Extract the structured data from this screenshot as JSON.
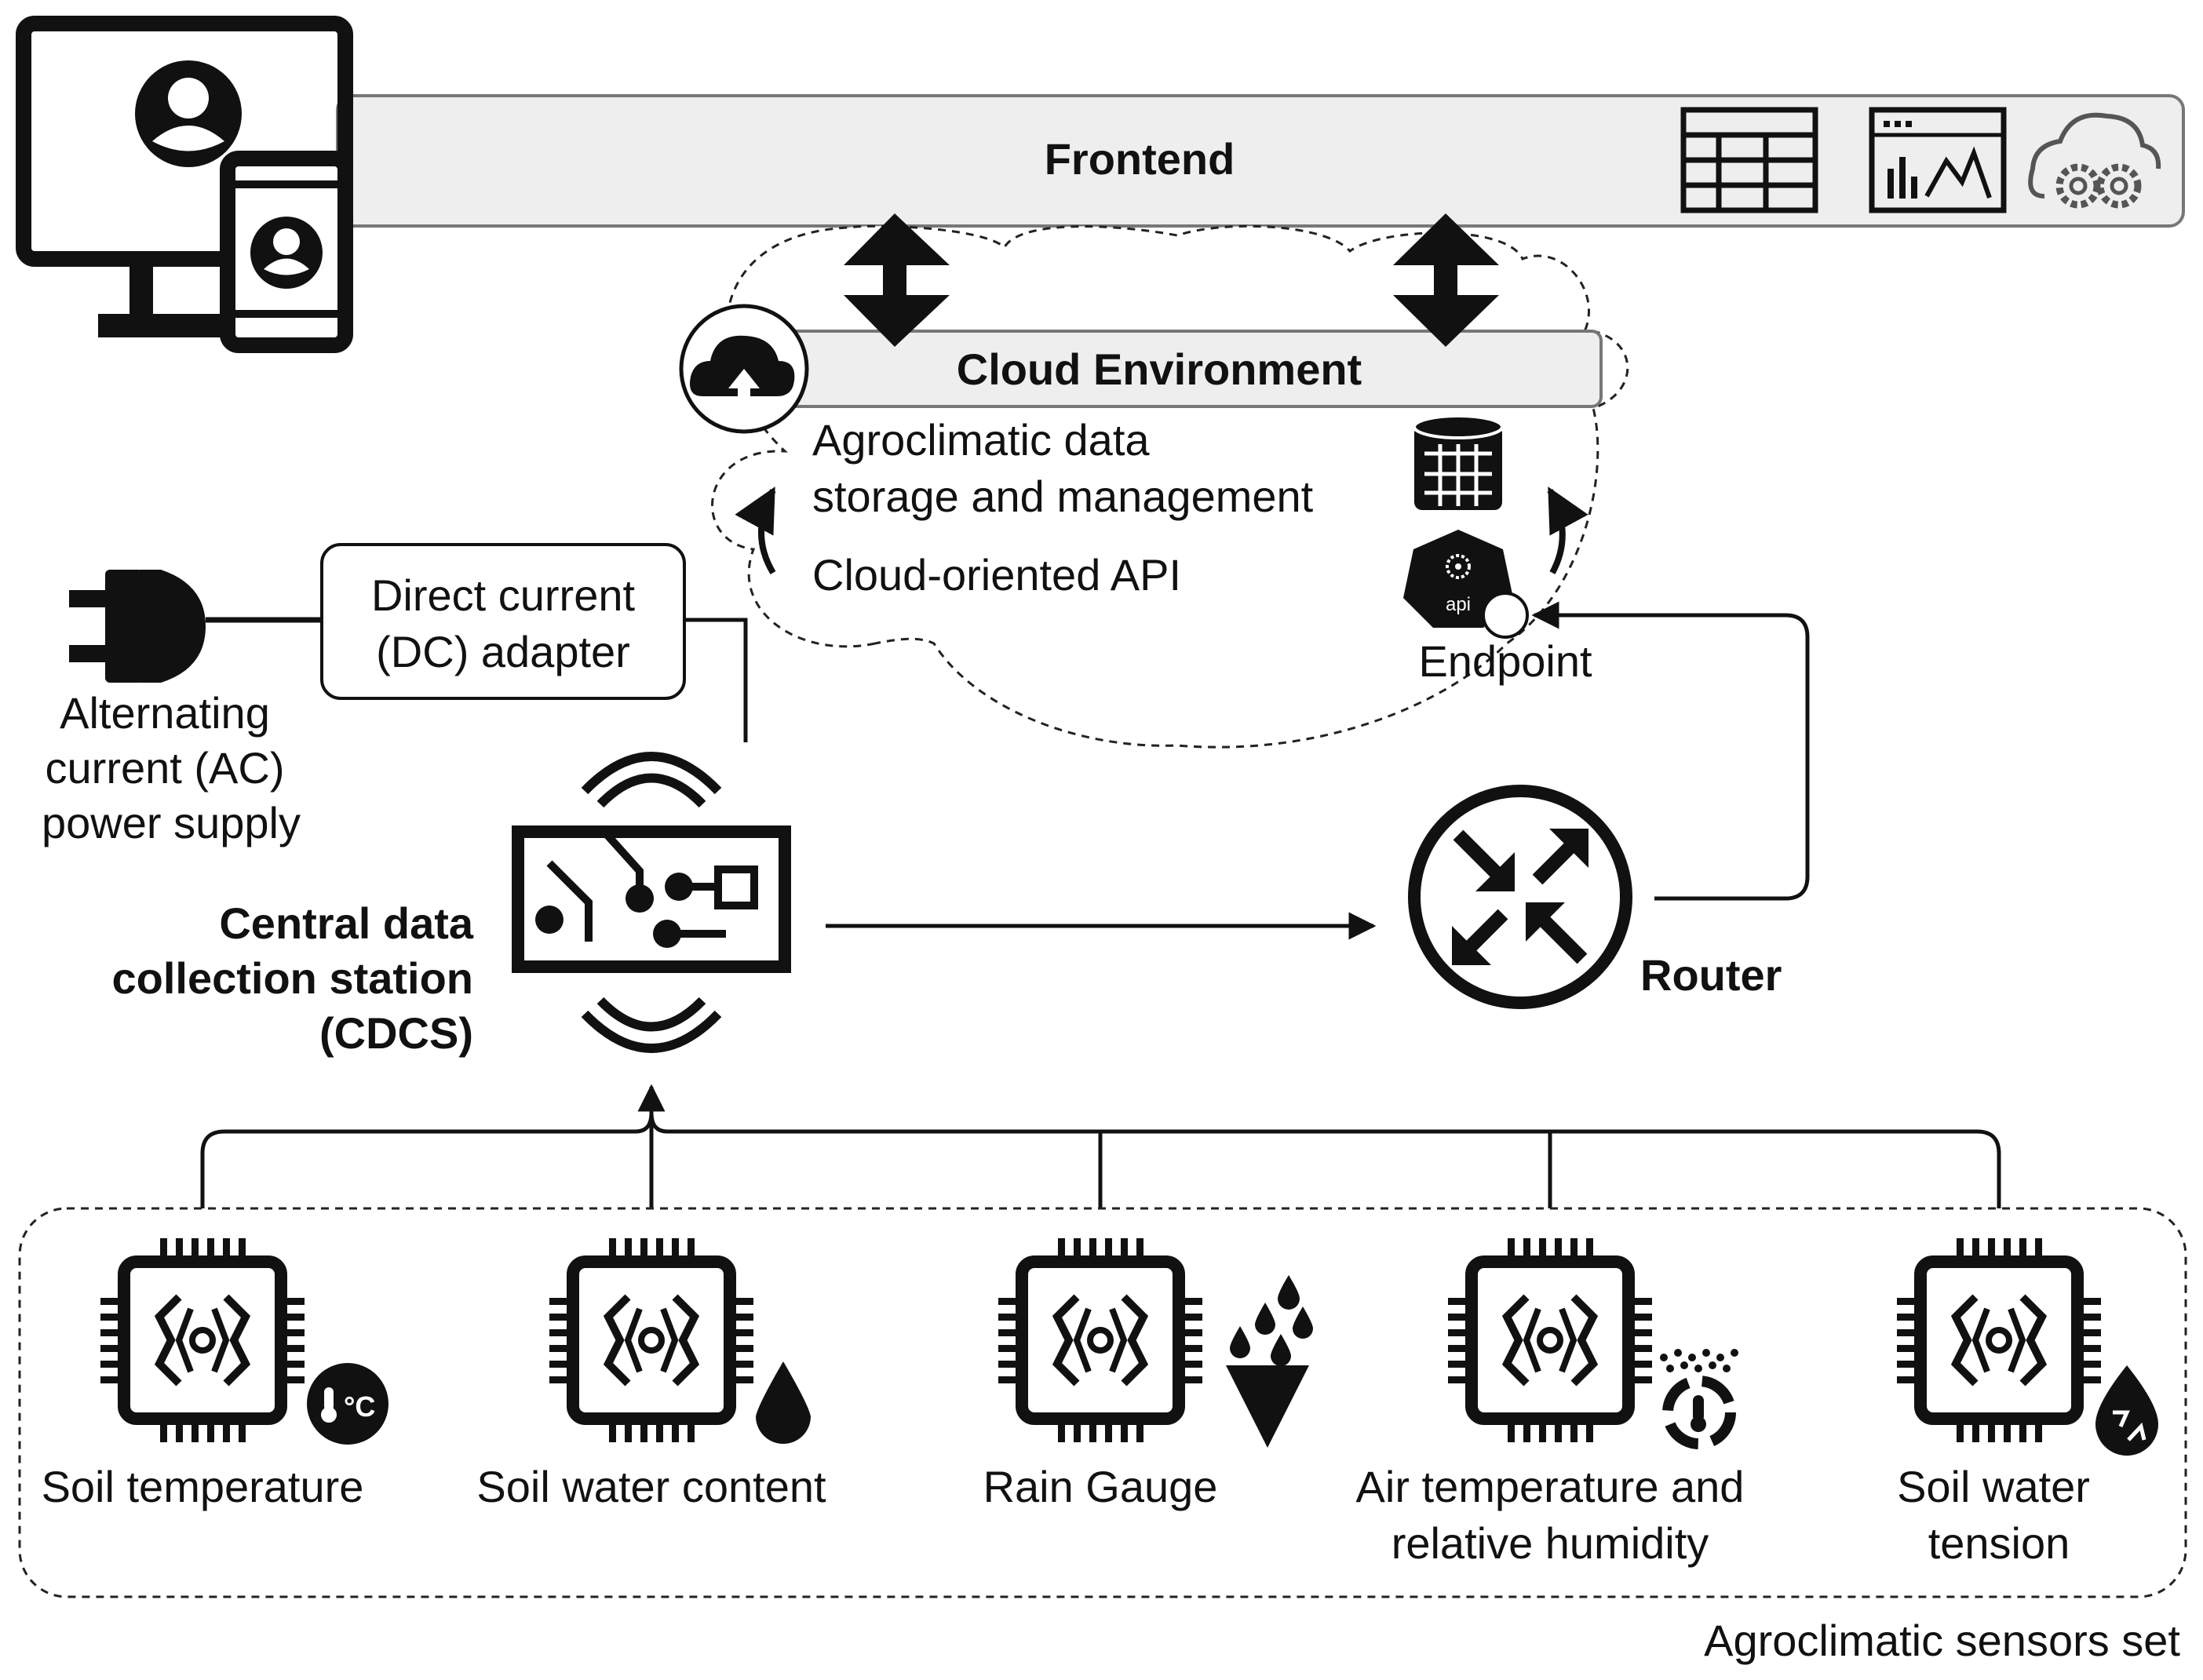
{
  "frontend": {
    "label": "Frontend"
  },
  "cloud": {
    "label": "Cloud Environment",
    "storage_line1": "Agroclimatic data",
    "storage_line2": "storage and management",
    "api_label": "Cloud-oriented API",
    "api_icon_text": "api",
    "endpoint_label": "Endpoint"
  },
  "power": {
    "dc_line1": "Direct current",
    "dc_line2": "(DC) adapter",
    "ac_line1": "Alternating",
    "ac_line2": "current (AC)",
    "ac_line3": "power supply"
  },
  "cdcs": {
    "line1": "Central data",
    "line2": "collection station",
    "line3": "(CDCS)"
  },
  "router": {
    "label": "Router"
  },
  "sensors": {
    "set_label": "Agroclimatic sensors set",
    "items": [
      {
        "line1": "Soil temperature",
        "line2": "",
        "badge": "thermometer-celsius-icon",
        "badge_text": "°C"
      },
      {
        "line1": "Soil water content",
        "line2": "",
        "badge": "water-drop-icon"
      },
      {
        "line1": "Rain Gauge",
        "line2": "",
        "badge": "rain-funnel-icon"
      },
      {
        "line1": "Air temperature and",
        "line2": "relative humidity",
        "badge": "air-temperature-humidity-icon"
      },
      {
        "line1": "Soil water",
        "line2": "tension",
        "badge": "water-tension-icon"
      }
    ]
  },
  "colors": {
    "stroke": "#111111",
    "bar_fill": "#eeeeee",
    "bar_stroke": "#777777"
  }
}
